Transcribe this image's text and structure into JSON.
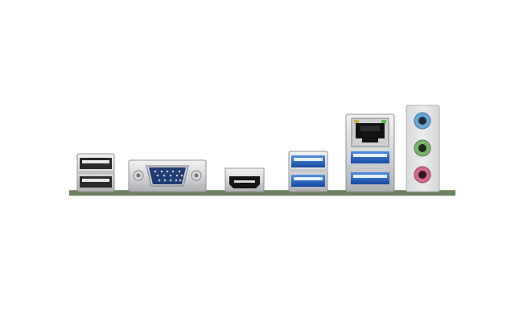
{
  "scene": {
    "subject": "rear I/O panel",
    "ports": [
      {
        "id": "usb2-stack",
        "kind": "USB 2.0",
        "count": 2,
        "color": "#1b1b1b"
      },
      {
        "id": "vga",
        "kind": "D-Sub (VGA)",
        "count": 1,
        "color": "#1f3b73"
      },
      {
        "id": "hdmi",
        "kind": "HDMI",
        "count": 1,
        "color": "#151515"
      },
      {
        "id": "usb3-stack",
        "kind": "USB 3.x",
        "count": 2,
        "color": "#1d5fb5"
      },
      {
        "id": "lan-usb3",
        "kind": "RJ-45 LAN + USB 3.x",
        "count": 3,
        "color": "#1d5fb5"
      },
      {
        "id": "audio",
        "kind": "3.5mm audio jacks",
        "count": 3,
        "jack_colors": [
          "#6aa6d6",
          "#7fb36b",
          "#d36a8f"
        ]
      }
    ],
    "colors": {
      "pcb": "#6a7f5e",
      "metal": "#c8c9cb",
      "metal_dark": "#9ea0a3",
      "background": "#ffffff"
    }
  }
}
